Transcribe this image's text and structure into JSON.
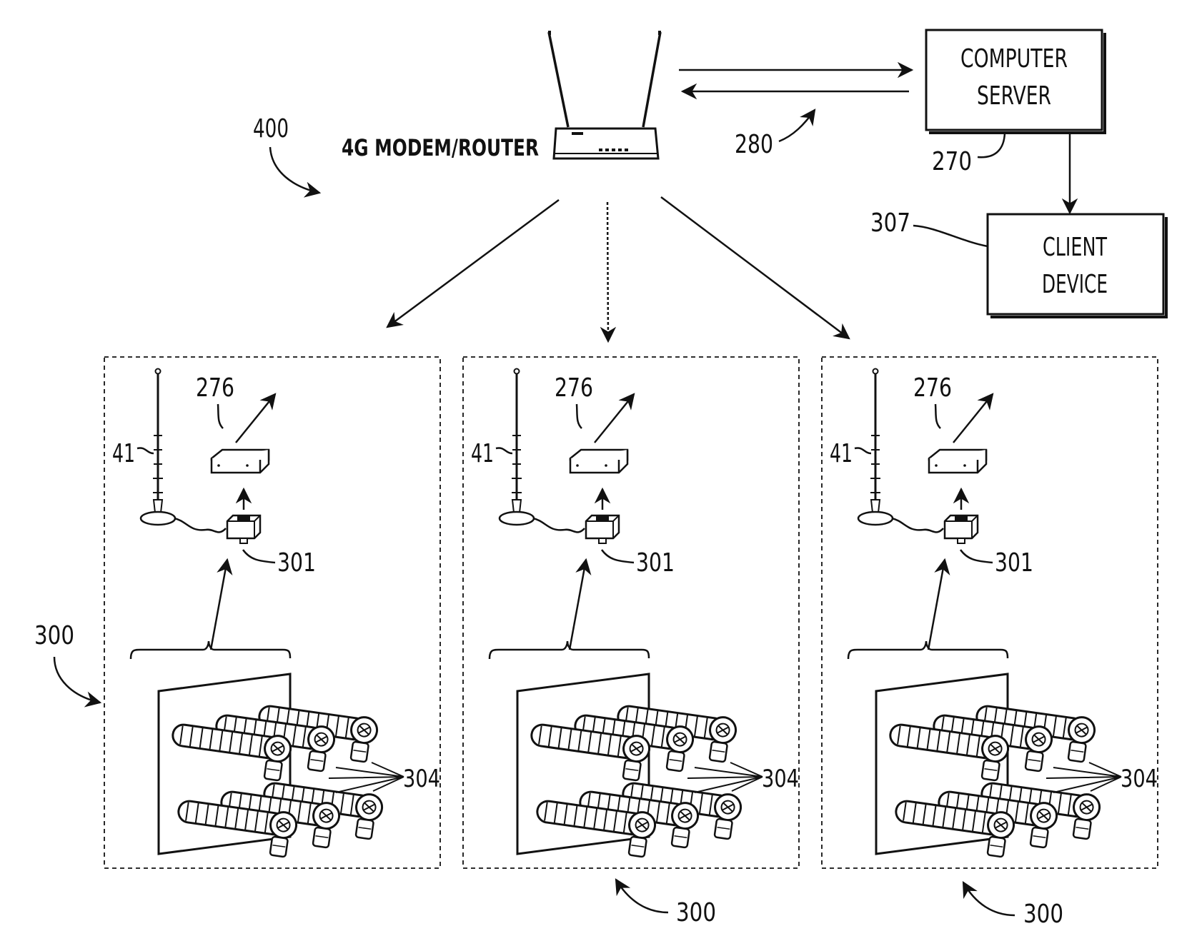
{
  "diagram": {
    "system_ref": "400",
    "router": {
      "label": "4G MODEM/ROUTER",
      "icon": "router-icon"
    },
    "link_ref": "280",
    "server": {
      "line1": "COMPUTER",
      "line2": "SERVER",
      "ref": "270"
    },
    "client": {
      "line1": "CLIENT",
      "line2": "DEVICE",
      "ref": "307"
    },
    "sites": [
      {
        "site_ref": "300",
        "antenna_ref": "41",
        "gateway_ref": "276",
        "receiver_ref": "301",
        "cylinders_ref": "304"
      },
      {
        "site_ref": "300",
        "antenna_ref": "41",
        "gateway_ref": "276",
        "receiver_ref": "301",
        "cylinders_ref": "304"
      },
      {
        "site_ref": "300",
        "antenna_ref": "41",
        "gateway_ref": "276",
        "receiver_ref": "301",
        "cylinders_ref": "304"
      }
    ],
    "colors": {
      "ink": "#111111",
      "background": "#ffffff"
    }
  }
}
